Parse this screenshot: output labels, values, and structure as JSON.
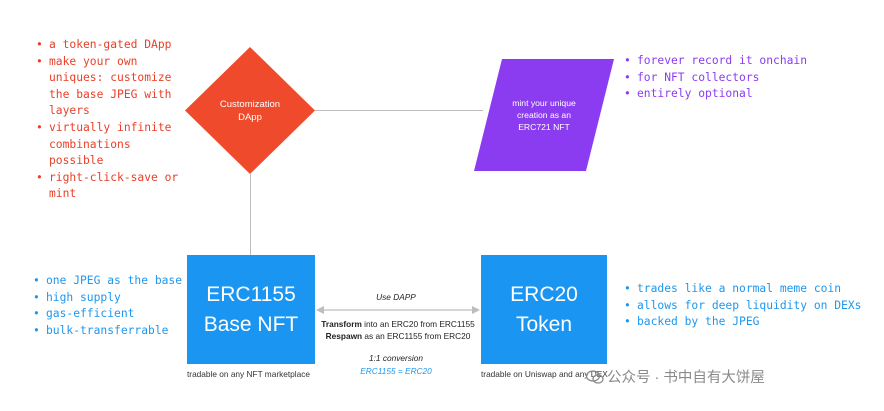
{
  "customization_notes": [
    "a token-gated DApp",
    "make your own uniques: customize the base JPEG with layers",
    "virtually infinite combinations possible",
    "right-click-save or mint"
  ],
  "mint_notes": [
    "forever record it onchain",
    "for NFT collectors",
    "entirely optional"
  ],
  "erc1155_notes": [
    "one JPEG as the base",
    "high supply",
    "gas-efficient",
    "bulk-transferrable"
  ],
  "erc20_notes": [
    "trades like a normal meme coin",
    "allows for deep liquidity on DEXs",
    "backed by the JPEG"
  ],
  "nodes": {
    "customization": "Customization\nDApp",
    "mint": "mint your unique\ncreation as an\nERC721 NFT",
    "erc1155": "ERC1155\nBase NFT",
    "erc20": "ERC20\nToken"
  },
  "captions": {
    "erc1155": "tradable on any NFT marketplace",
    "erc20": "tradable on Uniswap and any DEX"
  },
  "conversion": {
    "use_dapp": "Use DAPP",
    "transform_bold": "Transform",
    "transform_rest": " into an ERC20 from ERC1155",
    "respawn_bold": "Respawn",
    "respawn_rest": " as an ERC1155 from ERC20",
    "ratio": "1:1 conversion",
    "formula": "ERC1155 = ERC20"
  },
  "watermark": "公众号 · 书中自有大饼屋",
  "colors": {
    "red": "#e8402a",
    "purple": "#8b3cf0",
    "blue": "#1a96f2",
    "connector": "#bdbdbd"
  }
}
